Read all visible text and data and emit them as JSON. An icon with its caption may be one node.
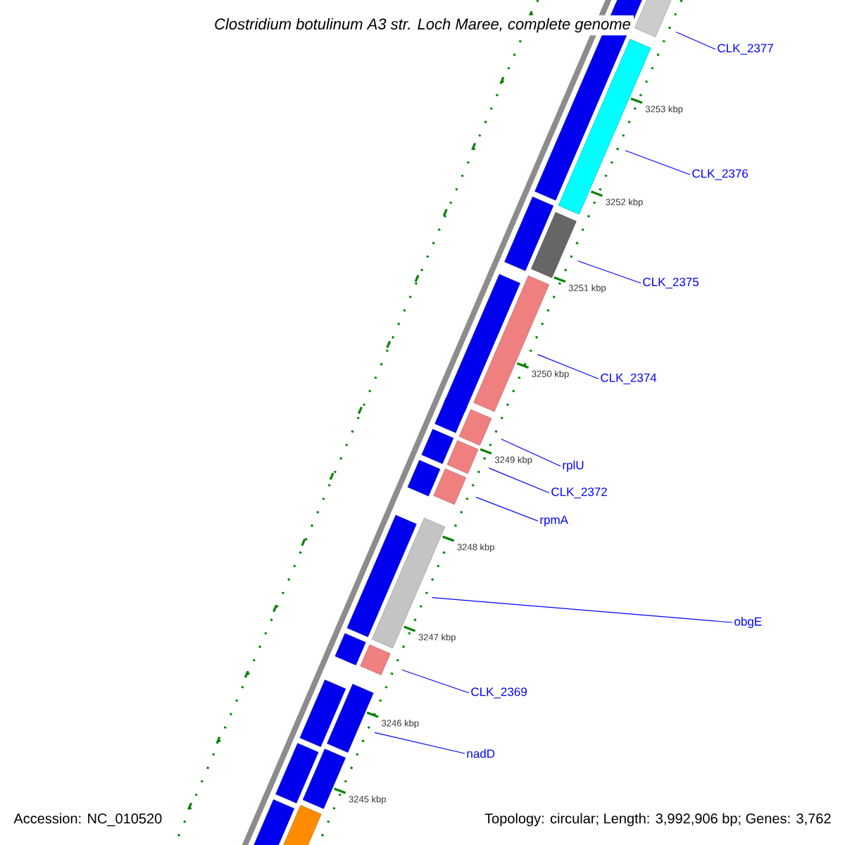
{
  "diagram": {
    "title": "Clostridium botulinum A3 str. Loch Maree, complete genome",
    "nodes": [
      {
        "text": [
          "CLK_2377"
        ]
      },
      {
        "text": [
          "CLK_2376"
        ]
      },
      {
        "text": [
          "CLK_2375"
        ]
      },
      {
        "text": [
          "CLK_2374"
        ]
      },
      {
        "text": [
          "rplU"
        ]
      },
      {
        "text": [
          "CLK_2372"
        ]
      },
      {
        "text": [
          "rpmA"
        ]
      },
      {
        "text": [
          "obgE"
        ]
      },
      {
        "text": [
          "CLK_2369"
        ]
      },
      {
        "text": [
          "nadD"
        ]
      },
      {
        "text": [],
        "shape": "bar"
      },
      {
        "text": [],
        "shape": "bar"
      },
      {
        "text": [],
        "shape": "bar"
      },
      {
        "text": [],
        "shape": "bar"
      },
      {
        "text": [],
        "shape": "bar"
      },
      {
        "text": [],
        "shape": "bar"
      },
      {
        "text": [],
        "shape": "bar"
      },
      {
        "text": [],
        "shape": "bar"
      },
      {
        "text": [],
        "shape": "bar"
      },
      {
        "text": [],
        "shape": "bar"
      },
      {
        "text": [],
        "shape": "bar"
      },
      {
        "text": [],
        "shape": "bar"
      },
      {
        "text": [],
        "shape": "bar"
      },
      {
        "text": [],
        "shape": "bar"
      },
      {
        "text": [],
        "shape": "bar"
      },
      {
        "text": [],
        "shape": "bar"
      },
      {
        "text": [],
        "shape": "bar"
      },
      {
        "text": [],
        "shape": "bar"
      },
      {
        "text": [],
        "shape": "bar"
      },
      {
        "text": [],
        "shape": "bar"
      },
      {
        "text": [],
        "shape": "bar"
      },
      {
        "text": [],
        "shape": "bar"
      },
      {
        "text": [],
        "shape": "bar"
      }
    ],
    "edges": [
      {
        "from": 0,
        "to": 10,
        "arrow": "none"
      },
      {
        "from": 1,
        "to": 11,
        "arrow": "none"
      },
      {
        "from": 2,
        "to": 12,
        "arrow": "none"
      },
      {
        "from": 3,
        "to": 13,
        "arrow": "none"
      },
      {
        "from": 4,
        "to": 14,
        "arrow": "none"
      },
      {
        "from": 5,
        "to": 15,
        "arrow": "none"
      },
      {
        "from": 6,
        "to": 16,
        "arrow": "none"
      },
      {
        "from": 7,
        "to": 17,
        "arrow": "none"
      },
      {
        "from": 8,
        "to": 18,
        "arrow": "none"
      },
      {
        "from": 9,
        "to": 19,
        "arrow": "none"
      }
    ],
    "labels": [
      "3253 kbp",
      "3252 kbp",
      "3251 kbp",
      "3250 kbp",
      "3249 kbp",
      "3248 kbp",
      "3247 kbp",
      "3246 kbp",
      "3245 kbp",
      "Accession: NC_010520",
      "Topology: circular; Length: 3,992,906 bp; Genes: 3,762"
    ]
  }
}
